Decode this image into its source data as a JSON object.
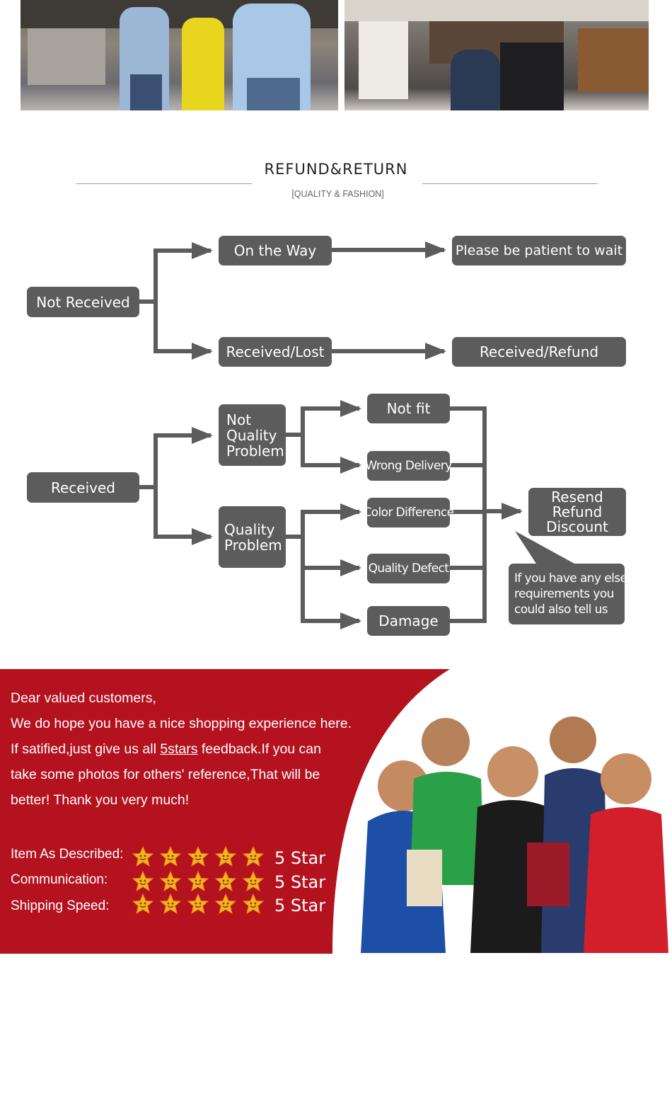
{
  "heading": {
    "title": "REFUND&RETURN",
    "subtitle": "[QUALITY & FASHION]"
  },
  "flowchart": {
    "not_received": "Not Received",
    "on_the_way": "On the Way",
    "please_wait": "Please be patient to wait",
    "received_lost": "Received/Lost",
    "received_refund": "Received/Refund",
    "received": "Received",
    "not_quality_problem": [
      "Not",
      "Quality",
      "Problem"
    ],
    "quality_problem": [
      "Quality",
      "Problem"
    ],
    "not_fit": "Not fit",
    "wrong_delivery": "Wrong Delivery",
    "color_difference": "Color Difference",
    "quality_defect": "Quality Defect",
    "damage": "Damage",
    "resolution": [
      "Resend",
      "Refund",
      "Discount"
    ],
    "note": [
      "If you have any else",
      "requirements you",
      "could also tell us"
    ]
  },
  "message": {
    "line1": "Dear valued customers,",
    "line2": "We do hope you have a nice shopping experience here.",
    "line3_before": "If satified,just give us all ",
    "line3_link": "5stars",
    "line3_after": " feedback.If you can",
    "line4": "take some photos for others' reference,That will be",
    "line5": "better! Thank you very much!"
  },
  "ratings": [
    {
      "label": "Item As Described:",
      "stars": 5,
      "value": "5 Star"
    },
    {
      "label": "Communication:",
      "stars": 5,
      "value": "5 Star"
    },
    {
      "label": "Shipping Speed:",
      "stars": 5,
      "value": "5 Star"
    }
  ],
  "colors": {
    "box": "#5c5c5c",
    "arrow": "#5c5c5c",
    "band_red": "#b5121f",
    "star": "#f7b321"
  }
}
